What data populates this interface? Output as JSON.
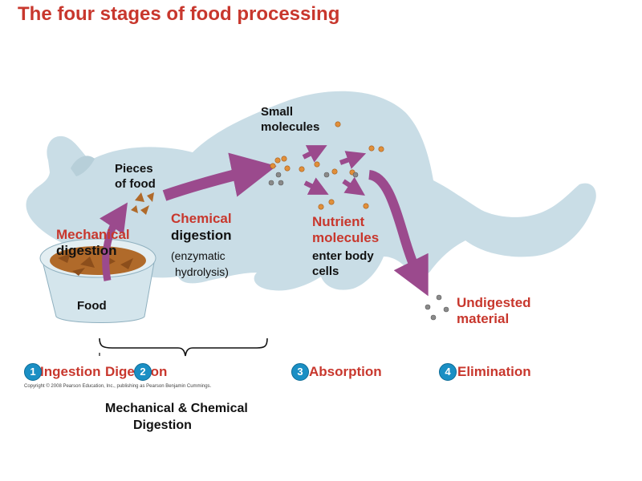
{
  "title": "The four stages of food processing",
  "labels": {
    "small_molecules_1": "Small",
    "small_molecules_2": "molecules",
    "pieces_1": "Pieces",
    "pieces_2": "of food",
    "mechanical_red": "Mechanical",
    "mechanical_black": "digestion",
    "chemical_red": "Chemical",
    "chemical_black": "digestion",
    "enzymatic_1": "(enzymatic",
    "enzymatic_2": "hydrolysis)",
    "nutrient_1": "Nutrient",
    "nutrient_2": "molecules",
    "enter_1": "enter body",
    "enter_2": "cells",
    "food": "Food",
    "undigested_1": "Undigested",
    "undigested_2": "material"
  },
  "stages": [
    {
      "num": "1",
      "label": "Ingestion"
    },
    {
      "num": "2",
      "label": "Digestion"
    },
    {
      "num": "3",
      "label": "Absorption"
    },
    {
      "num": "4",
      "label": "Elimination"
    }
  ],
  "copyright": "Copyright © 2008 Pearson Education, Inc., publishing as Pearson Benjamin Cummings.",
  "bracket_label_1": "Mechanical & Chemical",
  "bracket_label_2": "Digestion",
  "colors": {
    "body": "#c9dde6",
    "arrow": "#9b4a8d",
    "food": "#b06a2a",
    "molecule": "#e08f3a",
    "waste": "#8a8a8a",
    "stage_circle": "#1a8fc4",
    "red_text": "#c8372d"
  }
}
